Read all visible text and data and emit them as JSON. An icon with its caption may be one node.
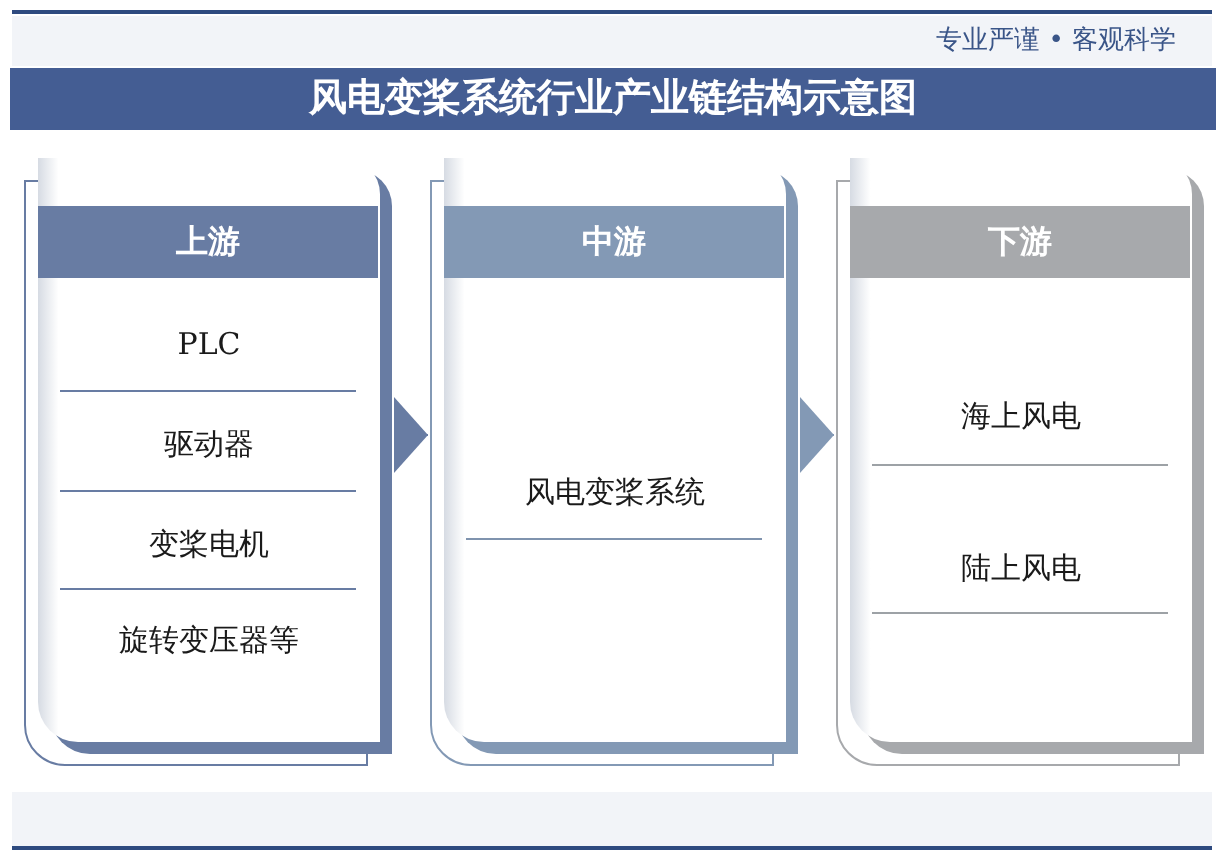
{
  "diagram": {
    "title": "风电变桨系统行业产业链结构示意图",
    "nodes": [
      {
        "text": [
          "上游"
        ]
      },
      {
        "text": [
          "PLC"
        ],
        "in": 0
      },
      {
        "text": [
          "驱动器"
        ],
        "in": 0
      },
      {
        "text": [
          "变桨电机"
        ],
        "in": 0
      },
      {
        "text": [
          "旋转变压器等"
        ],
        "in": 0
      },
      {
        "text": [
          "中游"
        ]
      },
      {
        "text": [
          "风电变桨系统"
        ],
        "in": 5
      },
      {
        "text": [
          "下游"
        ]
      },
      {
        "text": [
          "海上风电"
        ],
        "in": 7
      },
      {
        "text": [
          "陆上风电"
        ],
        "in": 7
      }
    ],
    "edges": [
      {
        "from": 0,
        "to": 5,
        "arrow": "to",
        "color": "#687ca3"
      },
      {
        "from": 5,
        "to": 7,
        "arrow": "to",
        "color": "#8399b5"
      }
    ],
    "labels": [
      "专业严谨 • 客观科学"
    ]
  }
}
